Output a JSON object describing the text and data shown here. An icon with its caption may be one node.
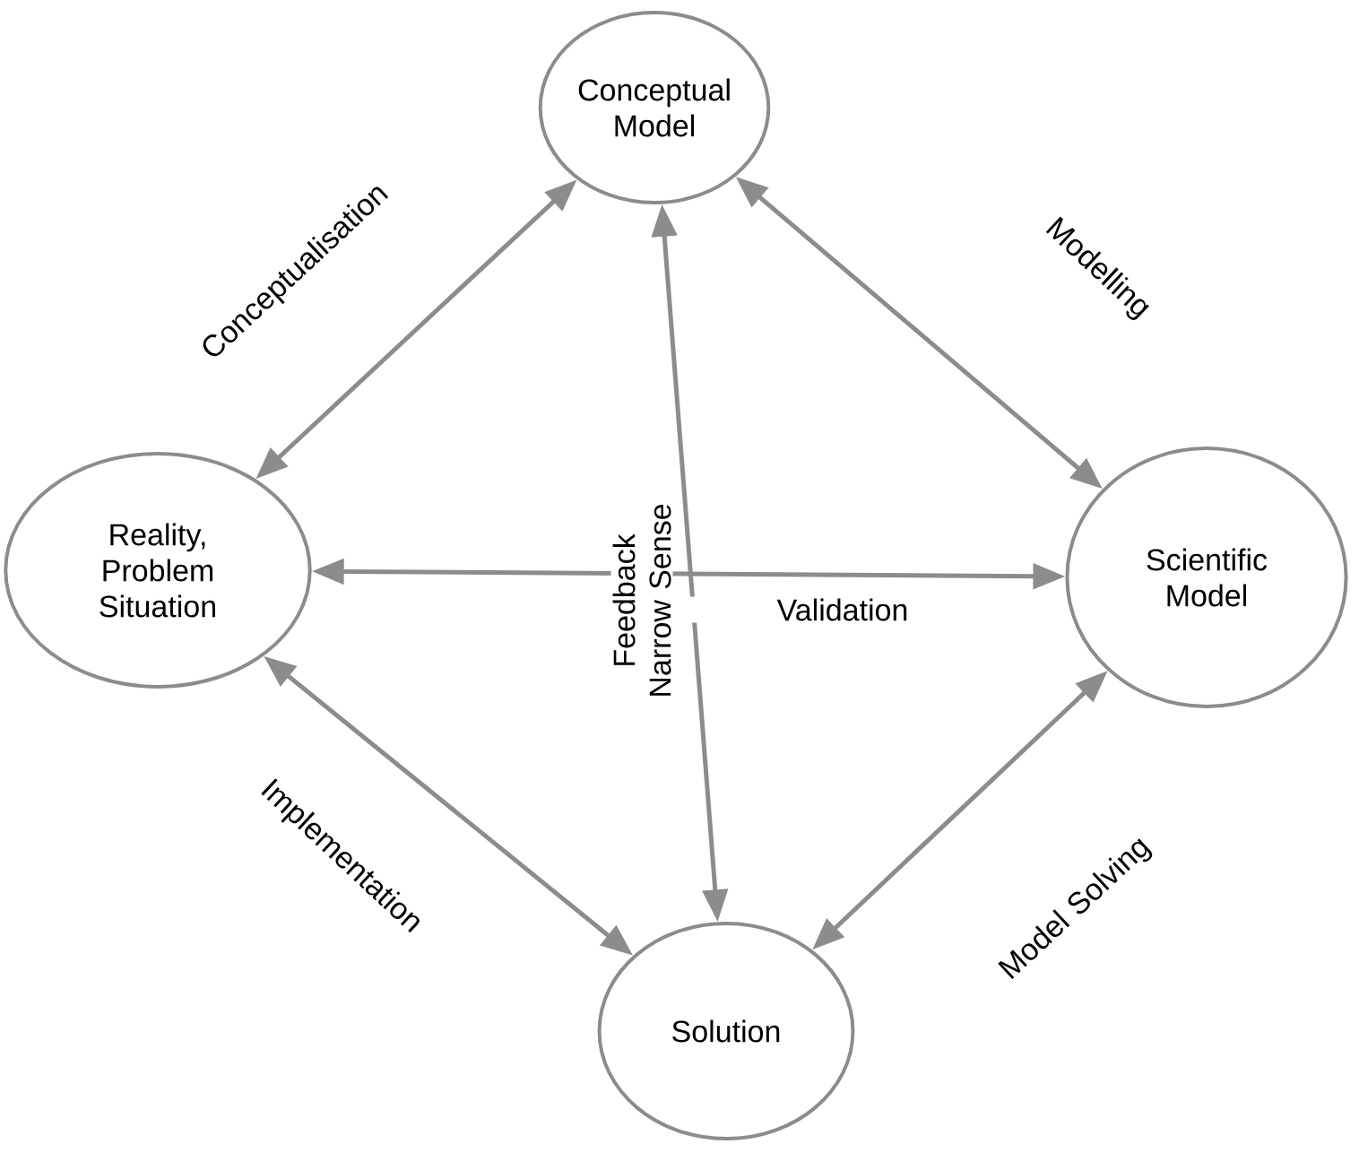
{
  "diagram": {
    "nodes": [
      {
        "text": [
          "Conceptual Model"
        ]
      },
      {
        "text": [
          "Reality, Problem Situation"
        ]
      },
      {
        "text": [
          "Scientific Model"
        ]
      },
      {
        "text": [
          "Solution"
        ]
      }
    ],
    "edges": [
      {
        "from": 1,
        "to": 0,
        "arrow": "both",
        "label": "Conceptualisation"
      },
      {
        "from": 0,
        "to": 2,
        "arrow": "both",
        "label": "Modelling"
      },
      {
        "from": 1,
        "to": 2,
        "arrow": "both",
        "label": "Validation"
      },
      {
        "from": 0,
        "to": 3,
        "arrow": "both",
        "label": "Feedback Narrow Sense"
      },
      {
        "from": 1,
        "to": 3,
        "arrow": "both",
        "label": "Implementation"
      },
      {
        "from": 3,
        "to": 2,
        "arrow": "both",
        "label": "Model Solving"
      }
    ]
  }
}
